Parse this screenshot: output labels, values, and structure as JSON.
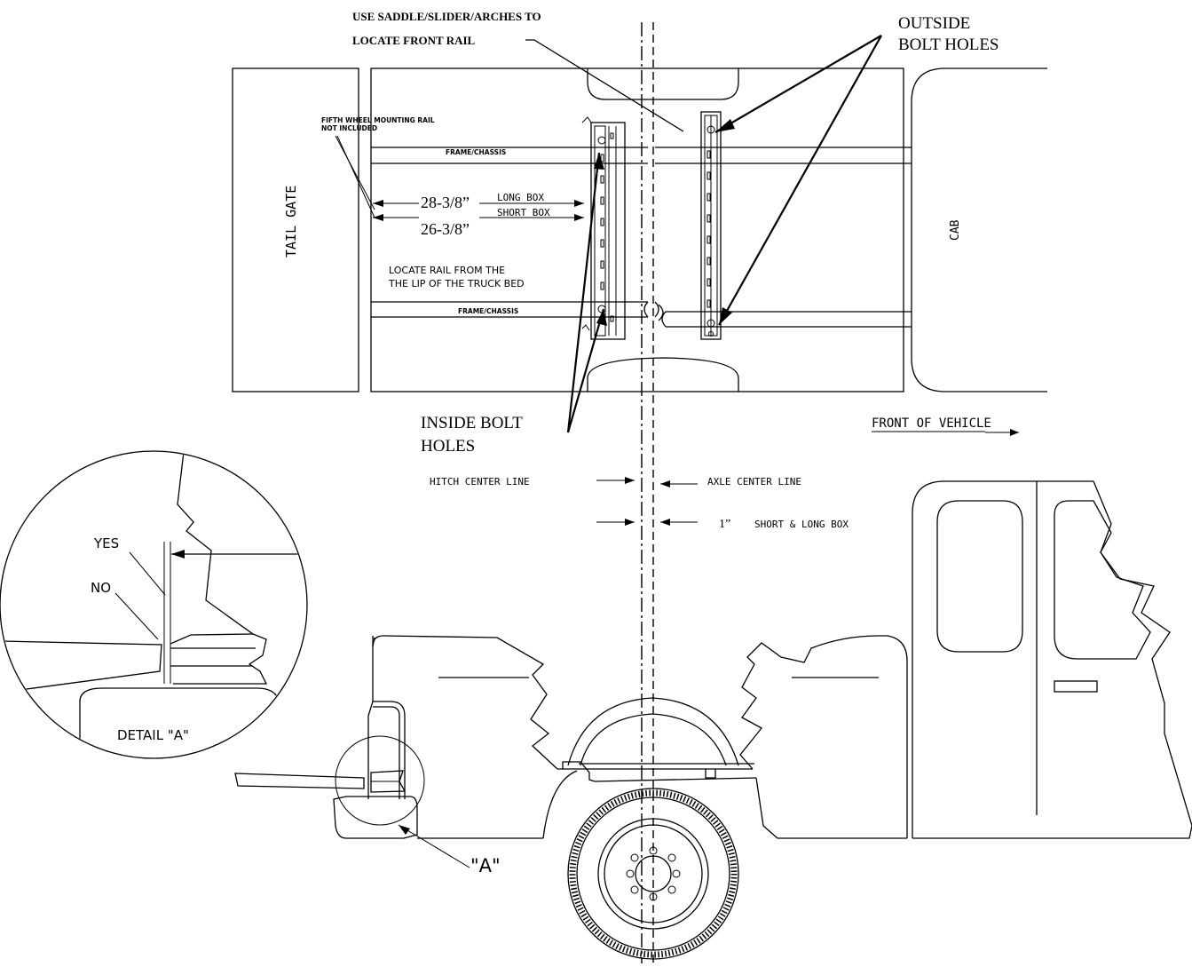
{
  "callouts": {
    "saddle_line1": "USE SADDLE/SLIDER/ARCHES TO",
    "saddle_line2": "LOCATE FRONT RAIL",
    "outside_line1": "OUTSIDE",
    "outside_line2": "BOLT HOLES",
    "inside_line1": "INSIDE BOLT",
    "inside_line2": "HOLES",
    "fifth_wheel_line1": "FIFTH WHEEL MOUNTING RAIL",
    "fifth_wheel_line2": "NOT INCLUDED",
    "locate_line1": "LOCATE RAIL FROM THE",
    "locate_line2": "THE LIP OF THE TRUCK BED"
  },
  "labels": {
    "tail_gate": "TAIL GATE",
    "cab": "CAB",
    "frame_chassis_top": "FRAME/CHASSIS",
    "frame_chassis_bottom": "FRAME/CHASSIS",
    "front_of_vehicle": "FRONT OF VEHICLE"
  },
  "dimensions": {
    "long_box_value": "28-3/8”",
    "long_box_label": "LONG BOX",
    "short_box_value": "26-3/8”",
    "short_box_label": "SHORT BOX",
    "hitch_center": "HITCH CENTER LINE",
    "axle_center": "AXLE CENTER LINE",
    "offset_value": "1”",
    "offset_label": "SHORT & LONG BOX"
  },
  "detail": {
    "yes": "YES",
    "no": "NO",
    "title": "DETAIL \"A\"",
    "ref": "\"A\""
  }
}
